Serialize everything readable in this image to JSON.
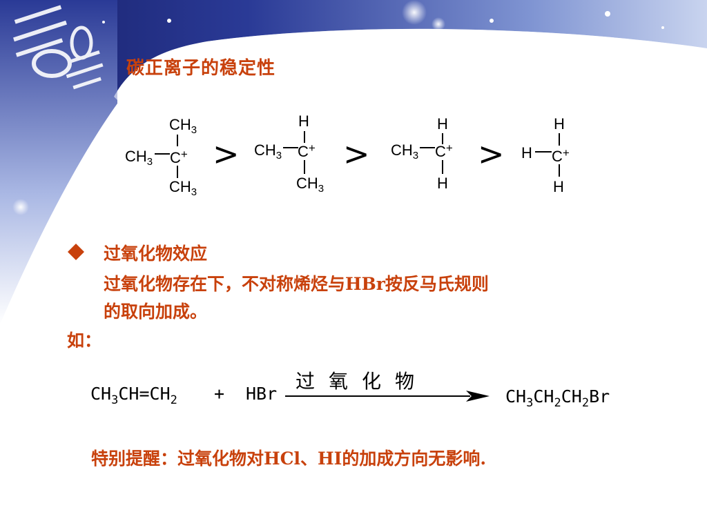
{
  "slide": {
    "title": "碳正离子的稳定性",
    "stability_symbols": [
      ">",
      ">",
      ">"
    ],
    "carbocations": [
      {
        "name": "tertiary",
        "top": "CH3",
        "left": "CH3",
        "center": "C",
        "charge": "+",
        "bottom": "CH3"
      },
      {
        "name": "secondary",
        "top": "H",
        "left": "CH3",
        "center": "C",
        "charge": "+",
        "bottom": "CH3"
      },
      {
        "name": "primary",
        "top": "H",
        "left": "CH3",
        "center": "C",
        "charge": "+",
        "bottom": "H"
      },
      {
        "name": "methyl",
        "top": "H",
        "left": "H",
        "center": "C",
        "charge": "+",
        "bottom": "H"
      }
    ],
    "section_heading": "过氧化物效应",
    "section_text_line1": "过氧化物存在下，不对称烯烃与HBr按反马氏规则",
    "section_text_line2": "的取向加成。",
    "example_label": "如：",
    "reaction": {
      "reactant1": "CH3CH=CH2",
      "plus": "+",
      "reactant2": "HBr",
      "condition": "过氧化物",
      "product": "CH3CH2CH2Br"
    },
    "note": "特别提醒：过氧化物对HCl、HI的加成方向无影响."
  },
  "colors": {
    "accent_red": "#c8410c",
    "banner_blue": "#1e2a78"
  }
}
